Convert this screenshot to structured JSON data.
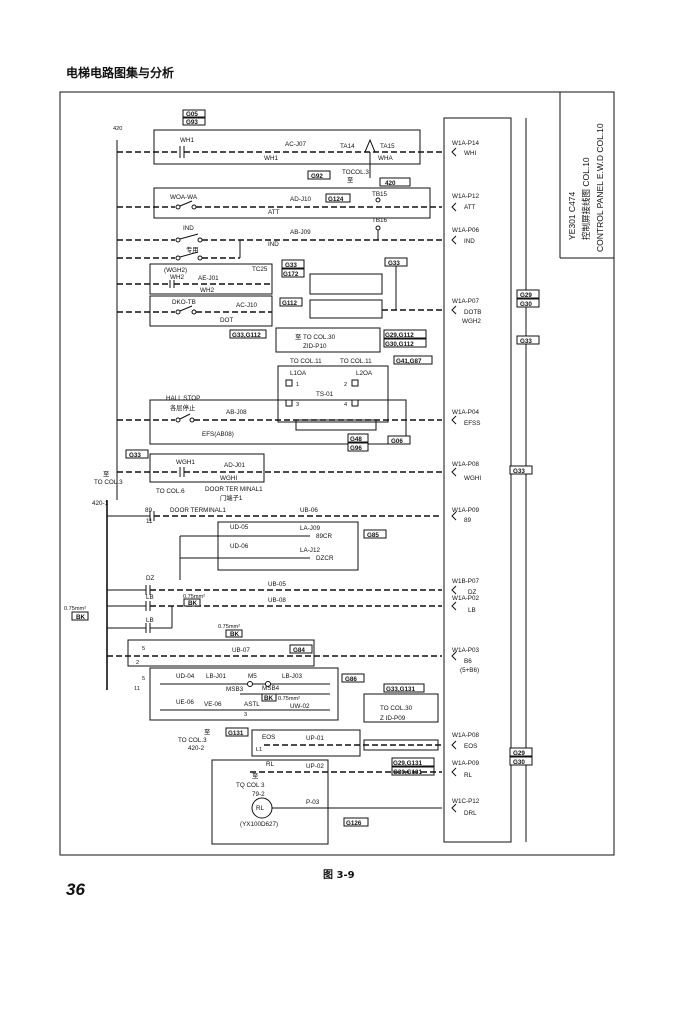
{
  "header": {
    "book_title": "电梯电路图集与分析"
  },
  "figure": {
    "caption": "图 3-9",
    "page_number": "36",
    "title_block": {
      "line1": "YE301 C474",
      "line2": "控制屏接线图 COL.10",
      "line3": "CONTROL PANEL E.W.D COL.10"
    }
  },
  "wires": {
    "top": "420",
    "wh1": "WH1",
    "ac_j07": "AC-J07",
    "ta14": "TA14",
    "ta15": "TA15",
    "wh1b": "WH1",
    "wha": "WHA",
    "w1a_p14": "W1A-P14",
    "whi": "WHI",
    "g92": "G92",
    "tocol3": "TOCOL.3",
    "zhi": "至",
    "n420": "420",
    "woa": "WOA-WA",
    "ad_j10": "AD-J10",
    "att": "ATT",
    "g124": "G124",
    "tb15": "TB15",
    "w1a_p12": "W1A-P12",
    "att_r": "ATT",
    "ind": "IND",
    "ab_j09": "AB-J09",
    "ind_m": "IND",
    "tb16": "TB16",
    "w1a_p06": "W1A-P06",
    "ind_r": "IND",
    "zhuanyong": "专用",
    "wgh2": "(WGH2)",
    "wh2": "WH2",
    "ae_j01": "AE-J01",
    "wh2b": "WH2",
    "tc25": "TC25",
    "g33a": "G33",
    "g172": "G172",
    "g33b": "G33",
    "dko_tb": "DKO-TB",
    "ac_j10": "AC-J10",
    "dot": "DOT",
    "g112a": "G112",
    "w1a_p07": "W1A-P07",
    "dotb": "DOTB",
    "wgh2r": "WGH2",
    "g29a": "G29",
    "g30a": "G30",
    "g33c": "G33",
    "g33g112": "G33,G112",
    "tocol30": "至 TO COL.30",
    "zid_p10": "ZID-P10",
    "g29g112": "G29,G112",
    "g30g112": "G30,G112",
    "tocol11a": "TO COL.11",
    "tocol11b": "TO COL.11",
    "g41g87": "G41,G87",
    "l1oa": "L1OA",
    "l2oa": "L2OA",
    "ts01": "TS-01",
    "t1": "1",
    "t2": "2",
    "t3": "3",
    "t4": "4",
    "hall_stop": "HALL STOP",
    "gecengting": "各层停止",
    "ab_j08": "AB-J08",
    "efs_ab08": "EFS(AB08)",
    "w1a_p04": "W1A-P04",
    "efss": "EFSS",
    "g48": "G48",
    "g96": "G96",
    "g06": "G06",
    "g33d": "G33",
    "wgh1": "WGH1",
    "ad_j01": "AD-J01",
    "wgh1b": "WGHI",
    "w1a_p08": "W1A-P08",
    "wghi": "WGHI",
    "g33e": "G33",
    "zhi2": "至",
    "tocol3b": "TO COL.3",
    "tocol6": "TO COL.6",
    "door_term": "DOOR TER MINAL1",
    "menduanzi": "门端子1",
    "n420_1": "420-1",
    "n89": "89",
    "n11": "11",
    "door_term1": "DOOR TERMINAL1",
    "ub_06": "UB-06",
    "w1a_p09a": "W1A-P09",
    "n89r": "89",
    "ud_05": "UD-05",
    "la_j09": "LA-J09",
    "r89cr": "89CR",
    "g85": "G85",
    "ud_06": "UD-06",
    "la_j12": "LA-J12",
    "dzcr": "DZCR",
    "dz": "DZ",
    "ub_05": "UB-05",
    "w1b_p07": "W1B-P07",
    "dz_r": "DZ",
    "lb": "LB",
    "n075a": "0.75mm²",
    "bk_a": "BK",
    "ub_08": "UB-08",
    "w1a_p02": "W1A-P02",
    "lb_r": "LB",
    "n075b": "0.75mm²",
    "bk_b": "BK",
    "lb2": "LB",
    "n075c": "0.75mm²",
    "bk_c": "BK",
    "ub_07": "UB-07",
    "g84": "G84",
    "w1a_p03": "W1A-P03",
    "b6": "B6",
    "b5b6": "(5+B6)",
    "n5a": "5",
    "n2": "2",
    "n5b": "5",
    "n11b": "11",
    "ud_04": "UD-04",
    "lb_j01": "LB-J01",
    "m5": "M5",
    "lb_j03": "LB-J03",
    "g86": "G86",
    "msb3": "MSB3",
    "msb4": "MSB4",
    "bk_d": "BK",
    "n075d": "0.75mm²",
    "ue_06": "UE-06",
    "ve_06": "VE-06",
    "astl": "ASTL",
    "uw_02": "UW-02",
    "n3": "3",
    "g33g131": "G33,G131",
    "tocol30b": "TO COL.30",
    "zid_p09": "Z ID-P09",
    "g131": "G131",
    "eos": "EOS",
    "up_01": "UP-01",
    "w1a_p08b": "W1A-P08",
    "eos_r": "EOS",
    "l1": "L1",
    "g29b": "G29",
    "g30b": "G30",
    "zhi3": "至",
    "tocol3c": "TO COL.3",
    "n420_2": "420-2",
    "g29g131": "G29,G131",
    "g30g131": "G30,G131",
    "rl": "RL",
    "up_02": "UP-02",
    "w1a_p09b": "W1A-P09",
    "rl_r": "RL",
    "zhi4": "至",
    "tqcol3": "TQ COL 3",
    "n79_2": "79-2",
    "rl_motor": "RL",
    "yx": "(YX100D627)",
    "p_03": "P-03",
    "g126": "G126",
    "w1c_p12": "W1C-P12",
    "drl": "DRL"
  }
}
